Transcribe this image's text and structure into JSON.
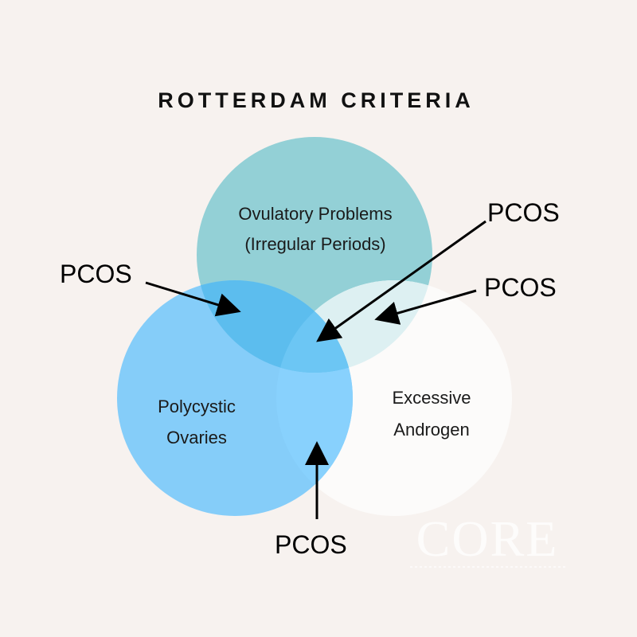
{
  "title": "ROTTERDAM CRITERIA",
  "circles": {
    "ovulatory": {
      "line1": "Ovulatory Problems",
      "line2": "(Irregular Periods)",
      "color": "#93d0d6"
    },
    "polycystic": {
      "line1": "Polycystic",
      "line2": "Ovaries",
      "color": "#85cdf9"
    },
    "androgen": {
      "line1": "Excessive",
      "line2": "Androgen",
      "color": "#fcfbfa"
    }
  },
  "overlap_colors": {
    "ovulatory_polycystic": "#5cbdee",
    "ovulatory_androgen": "#ddf0f2",
    "polycystic_androgen": "#88d1fd"
  },
  "labels": {
    "left": "PCOS",
    "top_right": "PCOS",
    "right": "PCOS",
    "bottom": "PCOS"
  },
  "logo": {
    "text": "CORE"
  }
}
